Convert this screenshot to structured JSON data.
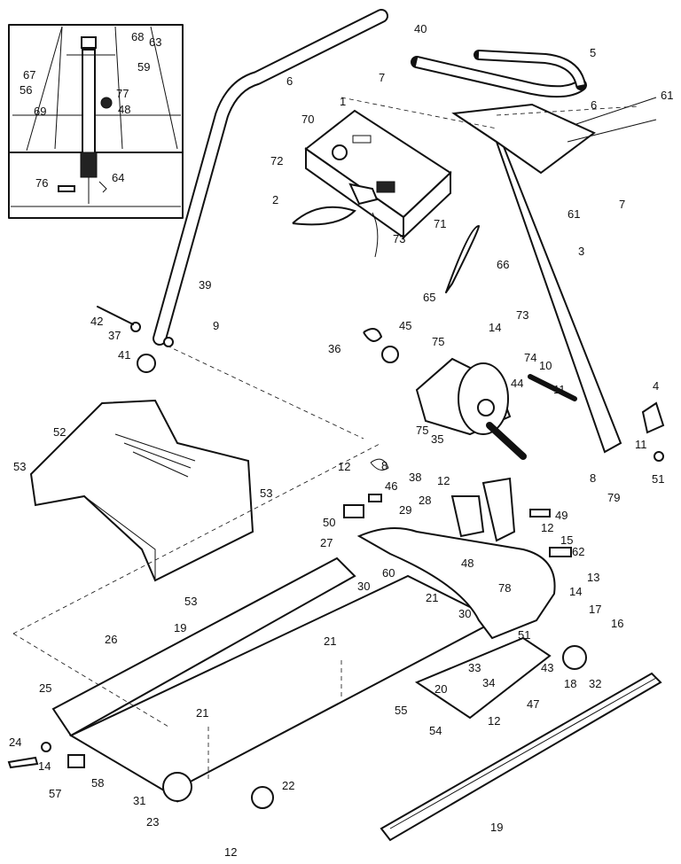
{
  "diagram": {
    "callouts": [
      {
        "id": "c68",
        "text": "68"
      },
      {
        "id": "c63",
        "text": "63"
      },
      {
        "id": "c67",
        "text": "67"
      },
      {
        "id": "c59",
        "text": "59"
      },
      {
        "id": "c56",
        "text": "56"
      },
      {
        "id": "c77",
        "text": "77"
      },
      {
        "id": "c69",
        "text": "69"
      },
      {
        "id": "c48a",
        "text": "48"
      },
      {
        "id": "c76",
        "text": "76"
      },
      {
        "id": "c64",
        "text": "64"
      },
      {
        "id": "c40",
        "text": "40"
      },
      {
        "id": "c6a",
        "text": "6"
      },
      {
        "id": "c7a",
        "text": "7"
      },
      {
        "id": "c5",
        "text": "5"
      },
      {
        "id": "c6b",
        "text": "6"
      },
      {
        "id": "c61a",
        "text": "61"
      },
      {
        "id": "c1",
        "text": "1"
      },
      {
        "id": "c70",
        "text": "70"
      },
      {
        "id": "c72",
        "text": "72"
      },
      {
        "id": "c2",
        "text": "2"
      },
      {
        "id": "c71",
        "text": "71"
      },
      {
        "id": "c73a",
        "text": "73"
      },
      {
        "id": "c61b",
        "text": "61"
      },
      {
        "id": "c7b",
        "text": "7"
      },
      {
        "id": "c66",
        "text": "66"
      },
      {
        "id": "c3",
        "text": "3"
      },
      {
        "id": "c65",
        "text": "65"
      },
      {
        "id": "c39",
        "text": "39"
      },
      {
        "id": "c42",
        "text": "42"
      },
      {
        "id": "c37",
        "text": "37"
      },
      {
        "id": "c9",
        "text": "9"
      },
      {
        "id": "c41",
        "text": "41"
      },
      {
        "id": "c36",
        "text": "36"
      },
      {
        "id": "c45",
        "text": "45"
      },
      {
        "id": "c75a",
        "text": "75"
      },
      {
        "id": "c14a",
        "text": "14"
      },
      {
        "id": "c73b",
        "text": "73"
      },
      {
        "id": "c74",
        "text": "74"
      },
      {
        "id": "c10",
        "text": "10"
      },
      {
        "id": "c44",
        "text": "44"
      },
      {
        "id": "c4",
        "text": "4"
      },
      {
        "id": "c11a",
        "text": "11"
      },
      {
        "id": "c52",
        "text": "52"
      },
      {
        "id": "c53a",
        "text": "53"
      },
      {
        "id": "c53b",
        "text": "53"
      },
      {
        "id": "c53c",
        "text": "53"
      },
      {
        "id": "c75b",
        "text": "75"
      },
      {
        "id": "c35",
        "text": "35"
      },
      {
        "id": "c8a",
        "text": "8"
      },
      {
        "id": "c12a",
        "text": "12"
      },
      {
        "id": "c46",
        "text": "46"
      },
      {
        "id": "c38",
        "text": "38"
      },
      {
        "id": "c12b",
        "text": "12"
      },
      {
        "id": "c28",
        "text": "28"
      },
      {
        "id": "c29",
        "text": "29"
      },
      {
        "id": "c50",
        "text": "50"
      },
      {
        "id": "c27",
        "text": "27"
      },
      {
        "id": "c8b",
        "text": "8"
      },
      {
        "id": "c11b",
        "text": "11"
      },
      {
        "id": "c51a",
        "text": "51"
      },
      {
        "id": "c79",
        "text": "79"
      },
      {
        "id": "c49",
        "text": "49"
      },
      {
        "id": "c12c",
        "text": "12"
      },
      {
        "id": "c15",
        "text": "15"
      },
      {
        "id": "c62",
        "text": "62"
      },
      {
        "id": "c30a",
        "text": "30"
      },
      {
        "id": "c60",
        "text": "60"
      },
      {
        "id": "c48b",
        "text": "48"
      },
      {
        "id": "c78",
        "text": "78"
      },
      {
        "id": "c13",
        "text": "13"
      },
      {
        "id": "c14b",
        "text": "14"
      },
      {
        "id": "c17",
        "text": "17"
      },
      {
        "id": "c16",
        "text": "16"
      },
      {
        "id": "c21a",
        "text": "21"
      },
      {
        "id": "c30b",
        "text": "30"
      },
      {
        "id": "c19a",
        "text": "19"
      },
      {
        "id": "c26",
        "text": "26"
      },
      {
        "id": "c21b",
        "text": "21"
      },
      {
        "id": "c51b",
        "text": "51"
      },
      {
        "id": "c33",
        "text": "33"
      },
      {
        "id": "c43",
        "text": "43"
      },
      {
        "id": "c34",
        "text": "34"
      },
      {
        "id": "c18",
        "text": "18"
      },
      {
        "id": "c32",
        "text": "32"
      },
      {
        "id": "c47",
        "text": "47"
      },
      {
        "id": "c25",
        "text": "25"
      },
      {
        "id": "c20",
        "text": "20"
      },
      {
        "id": "c55",
        "text": "55"
      },
      {
        "id": "c54",
        "text": "54"
      },
      {
        "id": "c12d",
        "text": "12"
      },
      {
        "id": "c21c",
        "text": "21"
      },
      {
        "id": "c24",
        "text": "24"
      },
      {
        "id": "c14c",
        "text": "14"
      },
      {
        "id": "c57",
        "text": "57"
      },
      {
        "id": "c58",
        "text": "58"
      },
      {
        "id": "c31",
        "text": "31"
      },
      {
        "id": "c22",
        "text": "22"
      },
      {
        "id": "c23",
        "text": "23"
      },
      {
        "id": "c12e",
        "text": "12"
      },
      {
        "id": "c19b",
        "text": "19"
      }
    ]
  }
}
